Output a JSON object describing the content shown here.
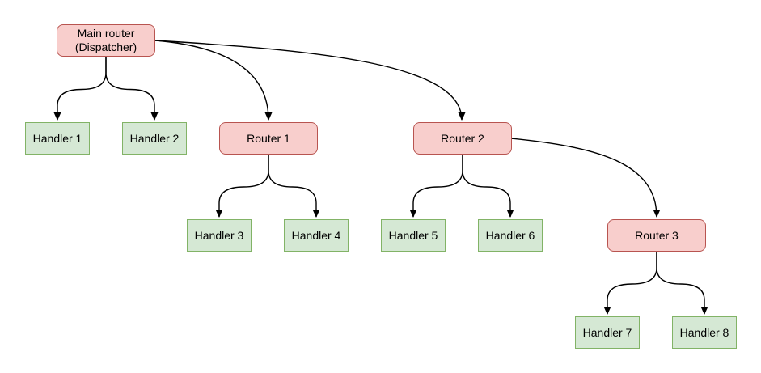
{
  "diagram": {
    "nodes": {
      "main": {
        "label": "Main router\n(Dispatcher)",
        "type": "router"
      },
      "handler1": {
        "label": "Handler 1",
        "type": "handler"
      },
      "handler2": {
        "label": "Handler 2",
        "type": "handler"
      },
      "router1": {
        "label": "Router 1",
        "type": "router"
      },
      "router2": {
        "label": "Router 2",
        "type": "router"
      },
      "handler3": {
        "label": "Handler 3",
        "type": "handler"
      },
      "handler4": {
        "label": "Handler 4",
        "type": "handler"
      },
      "handler5": {
        "label": "Handler 5",
        "type": "handler"
      },
      "handler6": {
        "label": "Handler 6",
        "type": "handler"
      },
      "router3": {
        "label": "Router 3",
        "type": "router"
      },
      "handler7": {
        "label": "Handler 7",
        "type": "handler"
      },
      "handler8": {
        "label": "Handler 8",
        "type": "handler"
      }
    },
    "edges": [
      {
        "from": "main",
        "to": "handler1"
      },
      {
        "from": "main",
        "to": "handler2"
      },
      {
        "from": "main",
        "to": "router1"
      },
      {
        "from": "main",
        "to": "router2"
      },
      {
        "from": "router1",
        "to": "handler3"
      },
      {
        "from": "router1",
        "to": "handler4"
      },
      {
        "from": "router2",
        "to": "handler5"
      },
      {
        "from": "router2",
        "to": "handler6"
      },
      {
        "from": "router2",
        "to": "router3"
      },
      {
        "from": "router3",
        "to": "handler7"
      },
      {
        "from": "router3",
        "to": "handler8"
      }
    ],
    "colors": {
      "router_fill": "#f8cecc",
      "router_stroke": "#b85450",
      "handler_fill": "#d5e8d4",
      "handler_stroke": "#82b366",
      "edge": "#000000",
      "background": "#ffffff"
    }
  }
}
